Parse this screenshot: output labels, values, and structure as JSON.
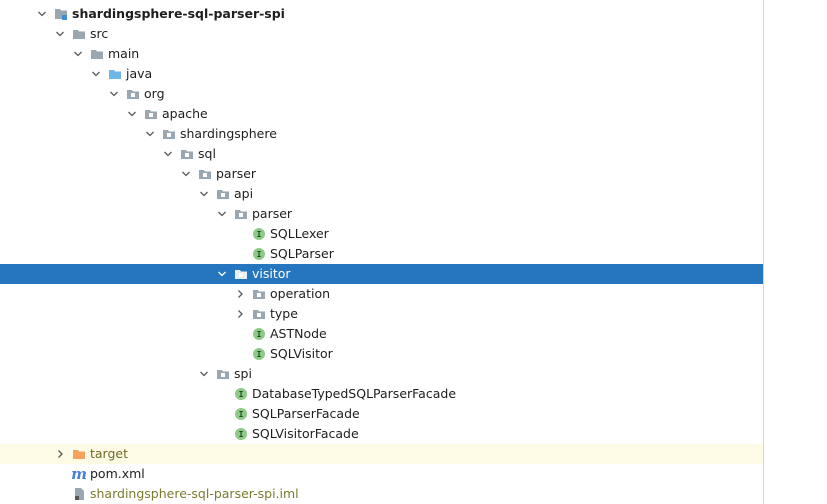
{
  "tree": {
    "nodes": [
      {
        "id": "module",
        "label": "shardingsphere-sql-parser-spi",
        "depth": 0,
        "expanded": true,
        "icon": "module-folder-icon",
        "bold": true
      },
      {
        "id": "src",
        "label": "src",
        "depth": 1,
        "expanded": true,
        "icon": "folder-icon"
      },
      {
        "id": "main",
        "label": "main",
        "depth": 2,
        "expanded": true,
        "icon": "folder-icon"
      },
      {
        "id": "java",
        "label": "java",
        "depth": 3,
        "expanded": true,
        "icon": "source-root-icon"
      },
      {
        "id": "org",
        "label": "org",
        "depth": 4,
        "expanded": true,
        "icon": "package-icon"
      },
      {
        "id": "apache",
        "label": "apache",
        "depth": 5,
        "expanded": true,
        "icon": "package-icon"
      },
      {
        "id": "shardingsphere",
        "label": "shardingsphere",
        "depth": 6,
        "expanded": true,
        "icon": "package-icon"
      },
      {
        "id": "sql",
        "label": "sql",
        "depth": 7,
        "expanded": true,
        "icon": "package-icon"
      },
      {
        "id": "parser1",
        "label": "parser",
        "depth": 8,
        "expanded": true,
        "icon": "package-icon"
      },
      {
        "id": "api",
        "label": "api",
        "depth": 9,
        "expanded": true,
        "icon": "package-icon"
      },
      {
        "id": "parser2",
        "label": "parser",
        "depth": 10,
        "expanded": true,
        "icon": "package-icon"
      },
      {
        "id": "sqllexer",
        "label": "SQLLexer",
        "depth": 11,
        "icon": "interface-icon"
      },
      {
        "id": "sqlparser",
        "label": "SQLParser",
        "depth": 11,
        "icon": "interface-icon"
      },
      {
        "id": "visitor",
        "label": "visitor",
        "depth": 10,
        "expanded": true,
        "icon": "package-icon",
        "selected": true
      },
      {
        "id": "operation",
        "label": "operation",
        "depth": 11,
        "expanded": false,
        "icon": "package-icon"
      },
      {
        "id": "type",
        "label": "type",
        "depth": 11,
        "expanded": false,
        "icon": "package-icon"
      },
      {
        "id": "astnode",
        "label": "ASTNode",
        "depth": 11,
        "icon": "interface-icon"
      },
      {
        "id": "sqlvisitor",
        "label": "SQLVisitor",
        "depth": 11,
        "icon": "interface-icon"
      },
      {
        "id": "spi",
        "label": "spi",
        "depth": 9,
        "expanded": true,
        "icon": "package-icon"
      },
      {
        "id": "dbtyped",
        "label": "DatabaseTypedSQLParserFacade",
        "depth": 10,
        "icon": "interface-icon"
      },
      {
        "id": "sqlparserfacade",
        "label": "SQLParserFacade",
        "depth": 10,
        "icon": "interface-icon"
      },
      {
        "id": "sqlvisitorfacade",
        "label": "SQLVisitorFacade",
        "depth": 10,
        "icon": "interface-icon"
      },
      {
        "id": "target",
        "label": "target",
        "depth": 1,
        "expanded": false,
        "icon": "excluded-folder-icon",
        "excluded": true
      },
      {
        "id": "pom",
        "label": "pom.xml",
        "depth": 1,
        "icon": "maven-icon"
      },
      {
        "id": "iml",
        "label": "shardingsphere-sql-parser-spi.iml",
        "depth": 1,
        "icon": "iml-file-icon",
        "muted": true
      }
    ]
  },
  "colors": {
    "selection": "#2675bf",
    "folder": "#9aa7b0",
    "source_root": "#6fb6e8",
    "excluded_folder": "#f4a25c",
    "interface_badge": "#8fc98a",
    "excluded_row_bg": "#fdfbe5"
  }
}
